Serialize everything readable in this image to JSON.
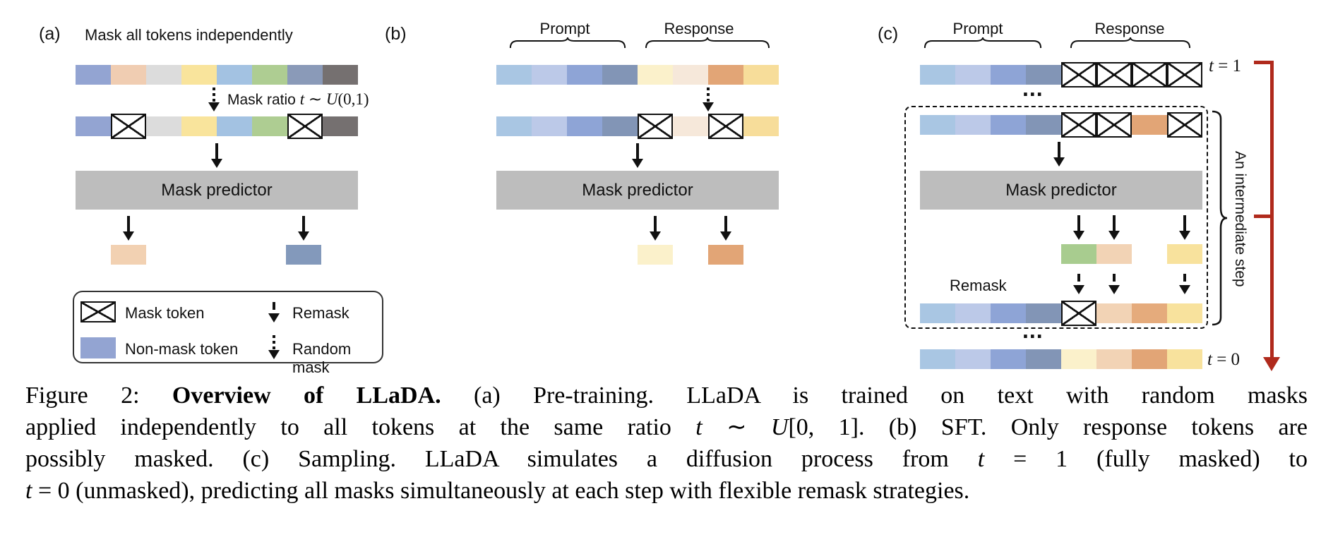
{
  "panel_a": {
    "label": "(a)",
    "title": "Mask all tokens independently",
    "mask_ratio_prefix": "Mask ratio ",
    "mask_ratio_math": [
      {
        "t": "t",
        "s": "i"
      },
      {
        "t": " ∼ ",
        "s": "n"
      },
      {
        "t": "U",
        "s": "i"
      },
      {
        "t": "(0,1)",
        "s": "n"
      }
    ],
    "predictor": "Mask predictor",
    "input_row": [
      {
        "c": "#93a4d2"
      },
      {
        "c": "#f0cdb2"
      },
      {
        "c": "#dcdcdc"
      },
      {
        "c": "#f9e49c"
      },
      {
        "c": "#a3c2e2"
      },
      {
        "c": "#aecd92"
      },
      {
        "c": "#8a9ab8"
      },
      {
        "c": "#757070"
      }
    ],
    "masked_row": [
      {
        "c": "#93a4d2"
      },
      {
        "m": 1
      },
      {
        "c": "#dcdcdc"
      },
      {
        "c": "#f9e49c"
      },
      {
        "c": "#a3c2e2"
      },
      {
        "c": "#aecd92"
      },
      {
        "m": 1
      },
      {
        "c": "#757070"
      }
    ],
    "outputs": [
      [
        {
          "c": "#f2d1b2"
        }
      ],
      [
        {
          "c": "#8399bb"
        }
      ]
    ]
  },
  "panel_b": {
    "label": "(b)",
    "prompt_label": "Prompt",
    "response_label": "Response",
    "predictor": "Mask predictor",
    "input_row": [
      {
        "c": "#a9c6e3"
      },
      {
        "c": "#bcc9e8"
      },
      {
        "c": "#8ea4d6"
      },
      {
        "c": "#8295b6"
      },
      {
        "c": "#fbf1cb"
      },
      {
        "c": "#f6e8da"
      },
      {
        "c": "#e2a576"
      },
      {
        "c": "#f7dd9a"
      }
    ],
    "masked_row": [
      {
        "c": "#a9c6e3"
      },
      {
        "c": "#bcc9e8"
      },
      {
        "c": "#8ea4d6"
      },
      {
        "c": "#8295b6"
      },
      {
        "m": 1
      },
      {
        "c": "#f6e8da"
      },
      {
        "m": 1
      },
      {
        "c": "#f7dd9a"
      }
    ],
    "outputs": [
      [
        {
          "c": "#fbf1cb"
        }
      ],
      [
        {
          "c": "#e2a576"
        }
      ]
    ]
  },
  "panel_c": {
    "label": "(c)",
    "prompt_label": "Prompt",
    "response_label": "Response",
    "predictor": "Mask predictor",
    "remask_label": "Remask",
    "intermediate_label": "An intermediate step",
    "ellipsis_top": "...",
    "ellipsis_bottom": "...",
    "t1_label": [
      {
        "t": "t",
        "s": "i"
      },
      {
        "t": " = 1",
        "s": "n"
      }
    ],
    "t0_label": [
      {
        "t": "t",
        "s": "i"
      },
      {
        "t": " = 0",
        "s": "n"
      }
    ],
    "row_t1": [
      {
        "c": "#a9c6e3"
      },
      {
        "c": "#bcc9e8"
      },
      {
        "c": "#8ea4d6"
      },
      {
        "c": "#8295b6"
      },
      {
        "m": 1
      },
      {
        "m": 1
      },
      {
        "m": 1
      },
      {
        "m": 1
      }
    ],
    "row_mid_in": [
      {
        "c": "#a9c6e3"
      },
      {
        "c": "#bcc9e8"
      },
      {
        "c": "#8ea4d6"
      },
      {
        "c": "#8295b6"
      },
      {
        "m": 1
      },
      {
        "m": 1
      },
      {
        "c": "#e2a576"
      },
      {
        "m": 1
      }
    ],
    "predicted": [
      {
        "c": "#a8cc8f"
      },
      {
        "c": "#f2d3b5"
      },
      {
        "s": 1
      },
      {
        "c": "#f8e29d"
      }
    ],
    "row_mid_out": [
      {
        "c": "#a9c6e3"
      },
      {
        "c": "#bcc9e8"
      },
      {
        "c": "#8ea4d6"
      },
      {
        "c": "#8295b6"
      },
      {
        "m": 1
      },
      {
        "c": "#f2d3b5"
      },
      {
        "c": "#e5ab7c"
      },
      {
        "c": "#f8e29d"
      }
    ],
    "row_t0": [
      {
        "c": "#a9c6e3"
      },
      {
        "c": "#bcc9e8"
      },
      {
        "c": "#8ea4d6"
      },
      {
        "c": "#8295b6"
      },
      {
        "c": "#fbf1cb"
      },
      {
        "c": "#f2d3b5"
      },
      {
        "c": "#e2a576"
      },
      {
        "c": "#f8e29d"
      }
    ]
  },
  "legend": {
    "mask_token": "Mask token",
    "non_mask_token": "Non-mask token",
    "remask": "Remask",
    "random_mask": "Random mask",
    "non_mask_color": "#93a4d2"
  },
  "colors": {
    "timeline_red": "#b02a1c",
    "predictor_gray": "#bdbdbd"
  },
  "caption": {
    "lines": [
      [
        {
          "t": "Figure 2:  ",
          "s": "n"
        },
        {
          "t": "Overview of LLaDA.",
          "s": "b"
        },
        {
          "t": " (a) Pre-training.  LLaDA is trained on text with random masks",
          "s": "n"
        }
      ],
      [
        {
          "t": "applied independently to all tokens at the same ratio ",
          "s": "n"
        },
        {
          "t": "t",
          "s": "i"
        },
        {
          "t": " ∼ ",
          "s": "n"
        },
        {
          "t": "U",
          "s": "i"
        },
        {
          "t": "[0, 1]. (b) SFT. Only response tokens are",
          "s": "n"
        }
      ],
      [
        {
          "t": "possibly masked. (c) Sampling. LLaDA simulates a diffusion process from ",
          "s": "n"
        },
        {
          "t": "t",
          "s": "i"
        },
        {
          "t": " = 1 (fully masked) to",
          "s": "n"
        }
      ],
      [
        {
          "t": "t",
          "s": "i"
        },
        {
          "t": " = 0 (unmasked), predicting all masks simultaneously at each step with flexible remask strategies.",
          "s": "n"
        }
      ]
    ]
  }
}
